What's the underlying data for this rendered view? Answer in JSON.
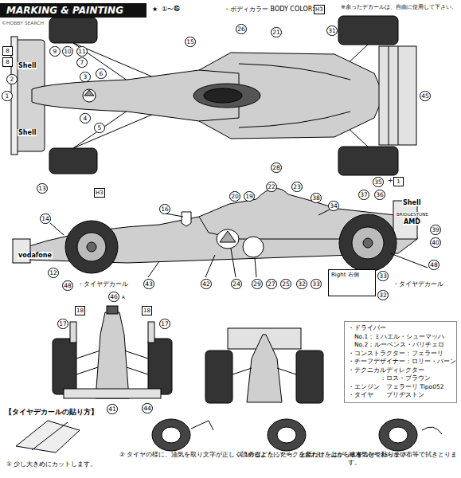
{
  "diagram": {
    "nodes": [
      {
        "text": [
          "MARKING & PAINTING"
        ]
      },
      {
        "text": [
          "・ドライバー",
          "No.1：ミハエル・シューマッハ",
          "No.2：ルーベンス・バリチェロ",
          "・コンストラクター：フェラーリ",
          "・チーフデザイナー：ロリー・バーン",
          "・テクニカルディレクター",
          "：ロス・ブラウン",
          "・エンジン　フェラーリ Tipo052",
          "・タイヤ　　ブリヂストン"
        ]
      },
      {
        "text": [
          "Right 右側"
        ]
      }
    ],
    "labels": [
      "©HOBBY SEARCH",
      "★",
      "①〜㊺",
      "・ボディカラー BODY COLOR:",
      "H3",
      "※余ったデカールは、自由に使用して下さい。",
      "1",
      "2",
      "3",
      "4",
      "5",
      "6",
      "7",
      "8",
      "8",
      "9",
      "10",
      "11",
      "15",
      "21",
      "26",
      "31",
      "28",
      "45",
      "Shell",
      "Shell",
      "13",
      "H3",
      "14",
      "16",
      "20",
      "19",
      "22",
      "23",
      "38",
      "34",
      "35",
      "+",
      "1",
      "37",
      "36",
      "Shell",
      "BRIDGESTONE",
      "AMD",
      "39",
      "40",
      "48",
      "vodafone",
      "12",
      "48",
      "・タイヤデカール",
      "43",
      "42",
      "24",
      "29",
      "27",
      "25",
      "32",
      "33",
      "33",
      "32",
      "・タイヤデカール",
      "46",
      "A",
      "18",
      "18",
      "17",
      "17",
      "41",
      "44",
      "【タイヤデカールの貼り方】",
      "① 少し大きめにカットします。",
      "② タイヤの様に、油気を取り文字が正しく読めるようにマークを合わせ、上から水をつけて貼ります。",
      "③ 1分ほどたったら、上紙だけをはがします。",
      "④ 水気をやわらかい布等で拭きとります。"
    ]
  }
}
